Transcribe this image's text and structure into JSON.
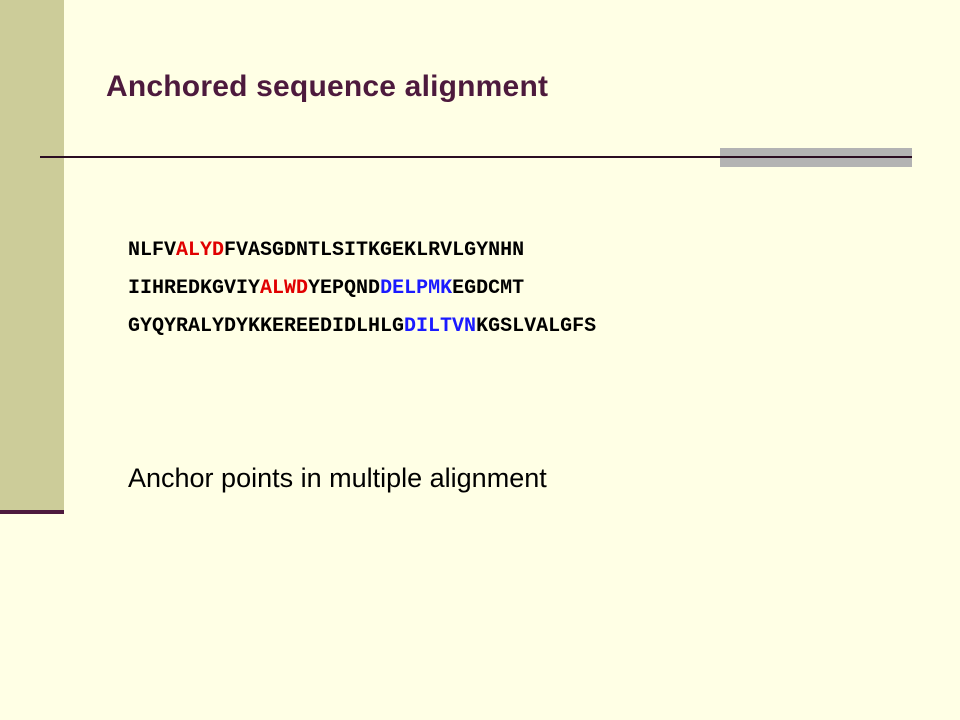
{
  "slide": {
    "title": "Anchored sequence alignment",
    "caption": "Anchor points in multiple alignment"
  },
  "colors": {
    "anchor_red": "#e00000",
    "anchor_blue": "#1a1aff",
    "title": "#4d1a3d",
    "background": "#ffffe5",
    "left_bar": "#cccc99"
  },
  "sequences": [
    {
      "segments": [
        {
          "text": "NLFV",
          "anchor": "none"
        },
        {
          "text": "ALYD",
          "anchor": "red"
        },
        {
          "text": "FVASGDNTLSITKGEKLRVLGYNHN",
          "anchor": "none"
        }
      ]
    },
    {
      "segments": [
        {
          "text": "IIHREDKGVIY",
          "anchor": "none"
        },
        {
          "text": "ALWD",
          "anchor": "red"
        },
        {
          "text": "YEPQND",
          "anchor": "none"
        },
        {
          "text": "DELPMK",
          "anchor": "blue"
        },
        {
          "text": "EGDCMT",
          "anchor": "none"
        }
      ]
    },
    {
      "segments": [
        {
          "text": "GYQYRALYDYKKEREEDIDLHLG",
          "anchor": "none"
        },
        {
          "text": "DILTVN",
          "anchor": "blue"
        },
        {
          "text": "KGSLVALGFS",
          "anchor": "none"
        }
      ]
    }
  ]
}
